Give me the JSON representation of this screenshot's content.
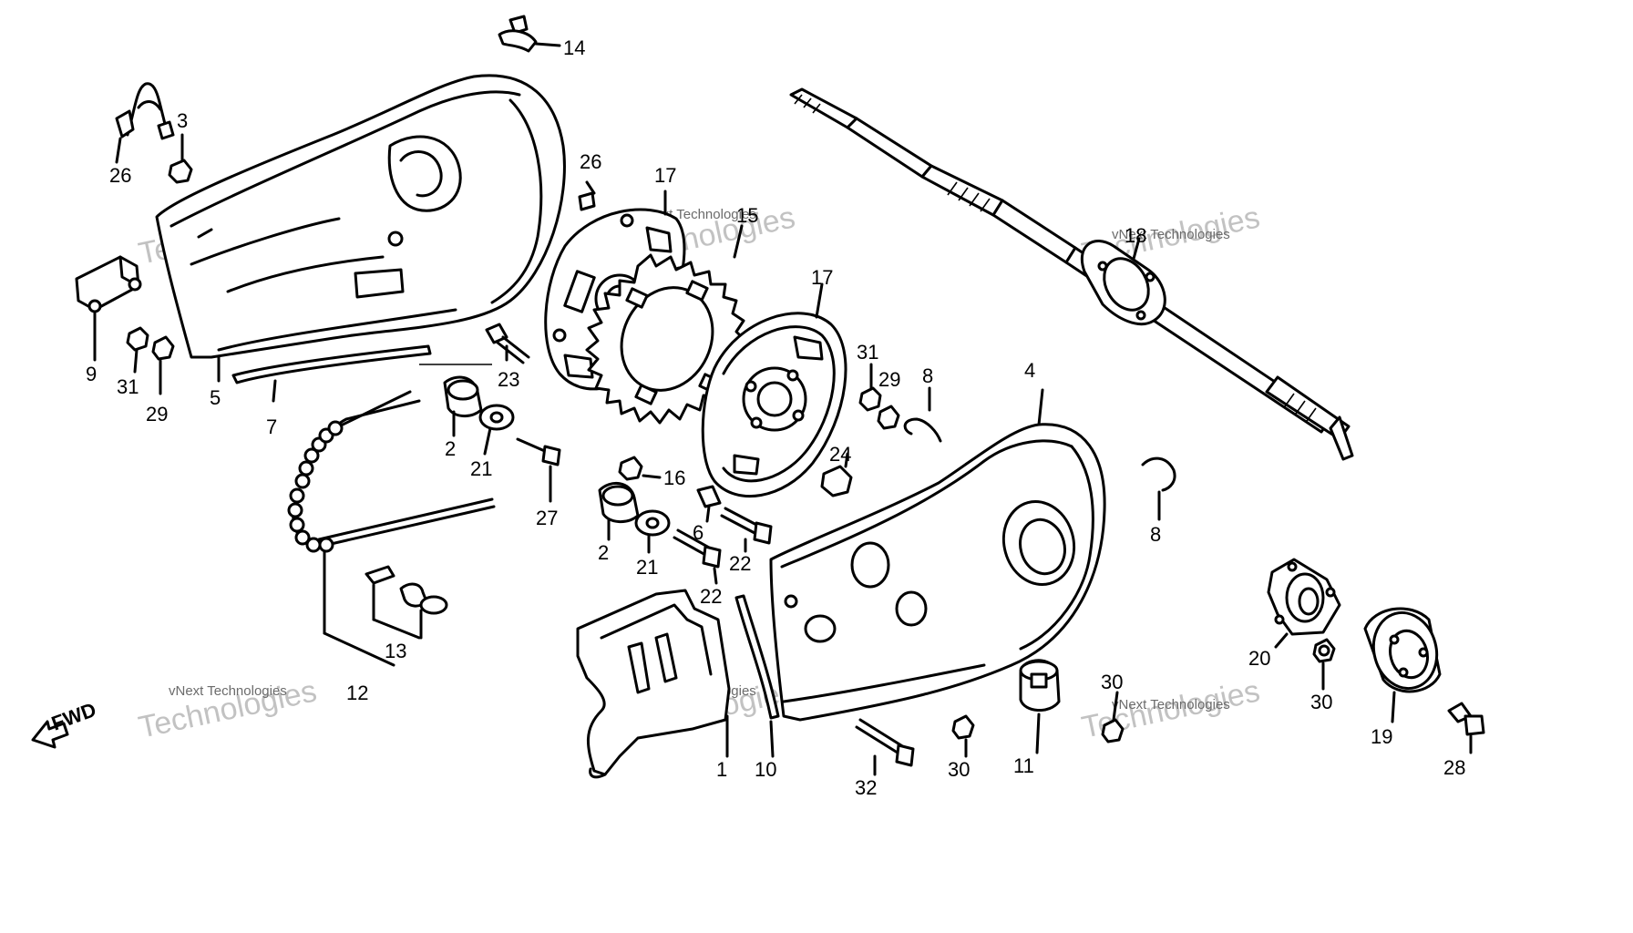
{
  "diagram": {
    "watermark_line1": "vNext Technologies",
    "watermark_line2": "Technologies",
    "fwd_label": "FWD",
    "labels": {
      "l1": "1",
      "l2a": "2",
      "l2b": "2",
      "l3": "3",
      "l4": "4",
      "l5": "5",
      "l6": "6",
      "l7": "7",
      "l8a": "8",
      "l8b": "8",
      "l9": "9",
      "l10": "10",
      "l11": "11",
      "l12": "12",
      "l13": "13",
      "l14": "14",
      "l15": "15",
      "l16": "16",
      "l17a": "17",
      "l17b": "17",
      "l18": "18",
      "l19": "19",
      "l20": "20",
      "l21a": "21",
      "l21b": "21",
      "l22a": "22",
      "l22b": "22",
      "l23": "23",
      "l24": "24",
      "l26a": "26",
      "l26b": "26",
      "l27": "27",
      "l28": "28",
      "l29a": "29",
      "l29b": "29",
      "l30a": "30",
      "l30b": "30",
      "l30c": "30",
      "l31a": "31",
      "l31b": "31",
      "l32": "32"
    }
  }
}
